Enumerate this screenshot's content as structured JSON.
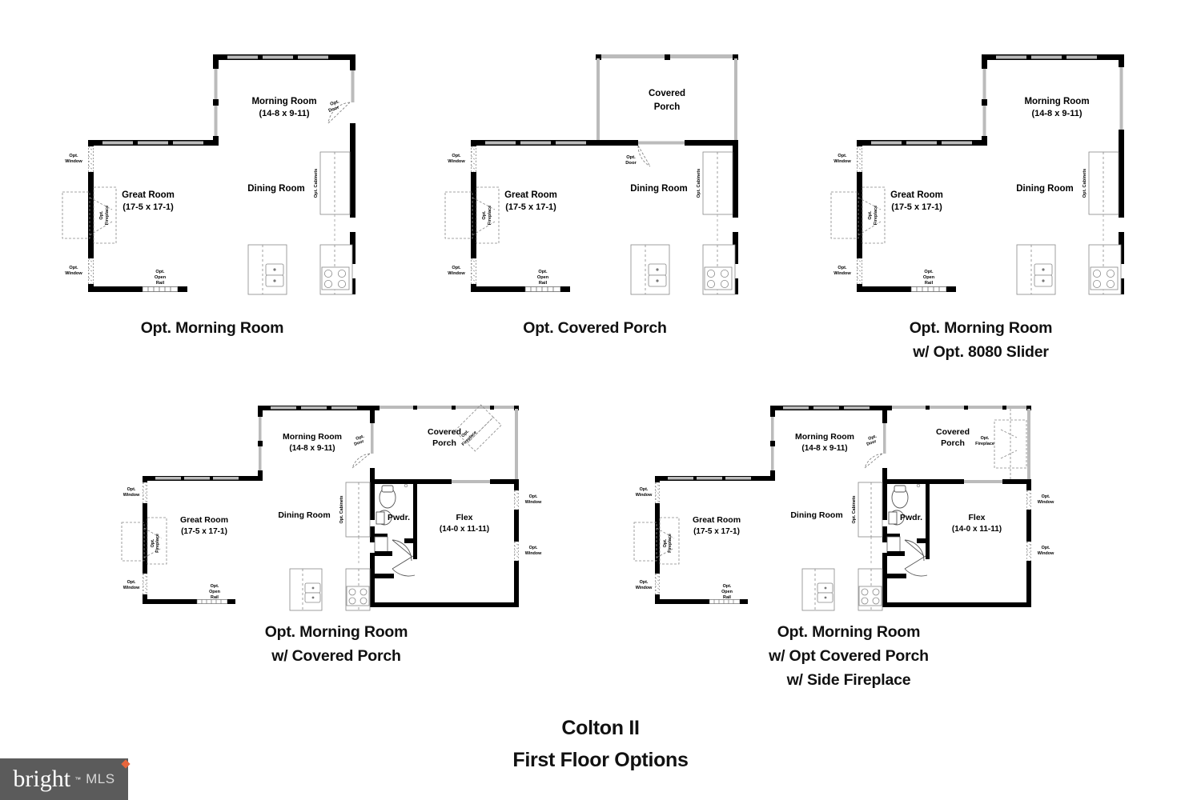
{
  "document": {
    "title_line1": "Colton II",
    "title_line2": "First Floor Options"
  },
  "logo": {
    "brand": "bright",
    "trademark": "™",
    "suffix": "MLS",
    "bg_color": "#5b5b5b",
    "accent_color": "#e8663c"
  },
  "plans": [
    {
      "id": "opt-morning-room",
      "caption_lines": [
        "Opt. Morning Room"
      ],
      "rooms": [
        {
          "name": "Morning Room",
          "dims": "(14-8 x 9-11)"
        },
        {
          "name": "Dining Room",
          "dims": ""
        },
        {
          "name": "Great Room",
          "dims": "(17-5 x 17-1)"
        }
      ],
      "annotations": [
        "Opt. Window",
        "Opt. Window",
        "Opt. Fireplace",
        "Opt. Open Rail",
        "Opt. Door",
        "Opt. Cabinets"
      ]
    },
    {
      "id": "opt-covered-porch",
      "caption_lines": [
        "Opt. Covered Porch"
      ],
      "rooms": [
        {
          "name": "Covered Porch",
          "dims": ""
        },
        {
          "name": "Dining Room",
          "dims": ""
        },
        {
          "name": "Great Room",
          "dims": "(17-5 x 17-1)"
        }
      ],
      "annotations": [
        "Opt. Window",
        "Opt. Window",
        "Opt. Fireplace",
        "Opt. Open Rail",
        "Opt. Door",
        "Opt. Cabinets"
      ]
    },
    {
      "id": "opt-morning-room-slider",
      "caption_lines": [
        "Opt. Morning Room",
        "w/ Opt. 8080 Slider"
      ],
      "rooms": [
        {
          "name": "Morning Room",
          "dims": "(14-8 x 9-11)"
        },
        {
          "name": "Dining Room",
          "dims": ""
        },
        {
          "name": "Great Room",
          "dims": "(17-5 x 17-1)"
        }
      ],
      "annotations": [
        "Opt. Window",
        "Opt. Window",
        "Opt. Fireplace",
        "Opt. Open Rail",
        "Opt. Cabinets"
      ]
    },
    {
      "id": "opt-morning-room-covered-porch",
      "caption_lines": [
        "Opt. Morning Room",
        "w/ Covered Porch"
      ],
      "rooms": [
        {
          "name": "Morning Room",
          "dims": "(14-8 x 9-11)"
        },
        {
          "name": "Covered Porch",
          "dims": ""
        },
        {
          "name": "Dining Room",
          "dims": ""
        },
        {
          "name": "Great Room",
          "dims": "(17-5 x 17-1)"
        },
        {
          "name": "Pwdr.",
          "dims": ""
        },
        {
          "name": "Flex",
          "dims": "(14-0 x 11-11)"
        }
      ],
      "annotations": [
        "Opt. Window",
        "Opt. Window",
        "Opt. Window",
        "Opt. Window",
        "Opt. Fireplace",
        "Opt. Fireplace",
        "Opt. Open Rail",
        "Opt. Door",
        "Opt. Cabinets"
      ]
    },
    {
      "id": "opt-morning-room-porch-side-fireplace",
      "caption_lines": [
        "Opt. Morning Room",
        "w/ Opt Covered Porch",
        "w/ Side Fireplace"
      ],
      "rooms": [
        {
          "name": "Morning Room",
          "dims": "(14-8 x 9-11)"
        },
        {
          "name": "Covered Porch",
          "dims": ""
        },
        {
          "name": "Dining Room",
          "dims": ""
        },
        {
          "name": "Great Room",
          "dims": "(17-5 x 17-1)"
        },
        {
          "name": "Pwdr.",
          "dims": ""
        },
        {
          "name": "Flex",
          "dims": "(14-0 x 11-11)"
        }
      ],
      "annotations": [
        "Opt. Window",
        "Opt. Window",
        "Opt. Window",
        "Opt. Window",
        "Opt. Fireplace",
        "Opt. Fireplace",
        "Opt. Open Rail",
        "Opt. Door",
        "Opt. Cabinets"
      ]
    }
  ],
  "labels": {
    "opt_window": "Opt. Window",
    "opt_fireplace": "Opt. Fireplace",
    "opt_open_rail": "Opt. Open Rail",
    "opt_door": "Opt. Door",
    "opt_cabinets": "Opt. Cabinets",
    "opt_window_l1": "Opt.",
    "opt_window_l2": "Window",
    "opt_fireplace_l1": "Opt.",
    "opt_fireplace_l2": "Fireplace",
    "opt_rail_l1": "Opt.",
    "opt_rail_l2": "Open",
    "opt_rail_l3": "Rail",
    "opt_door_l1": "Opt.",
    "opt_door_l2": "Door",
    "opt_cabinets_text": "Opt. Cabinets",
    "covered_l1": "Covered",
    "covered_l2": "Porch"
  },
  "style": {
    "wall_color": "#000000",
    "window_color": "#b8b8b8",
    "fixture_color": "#9a9a9a",
    "dash_color": "#9a9a9a"
  }
}
